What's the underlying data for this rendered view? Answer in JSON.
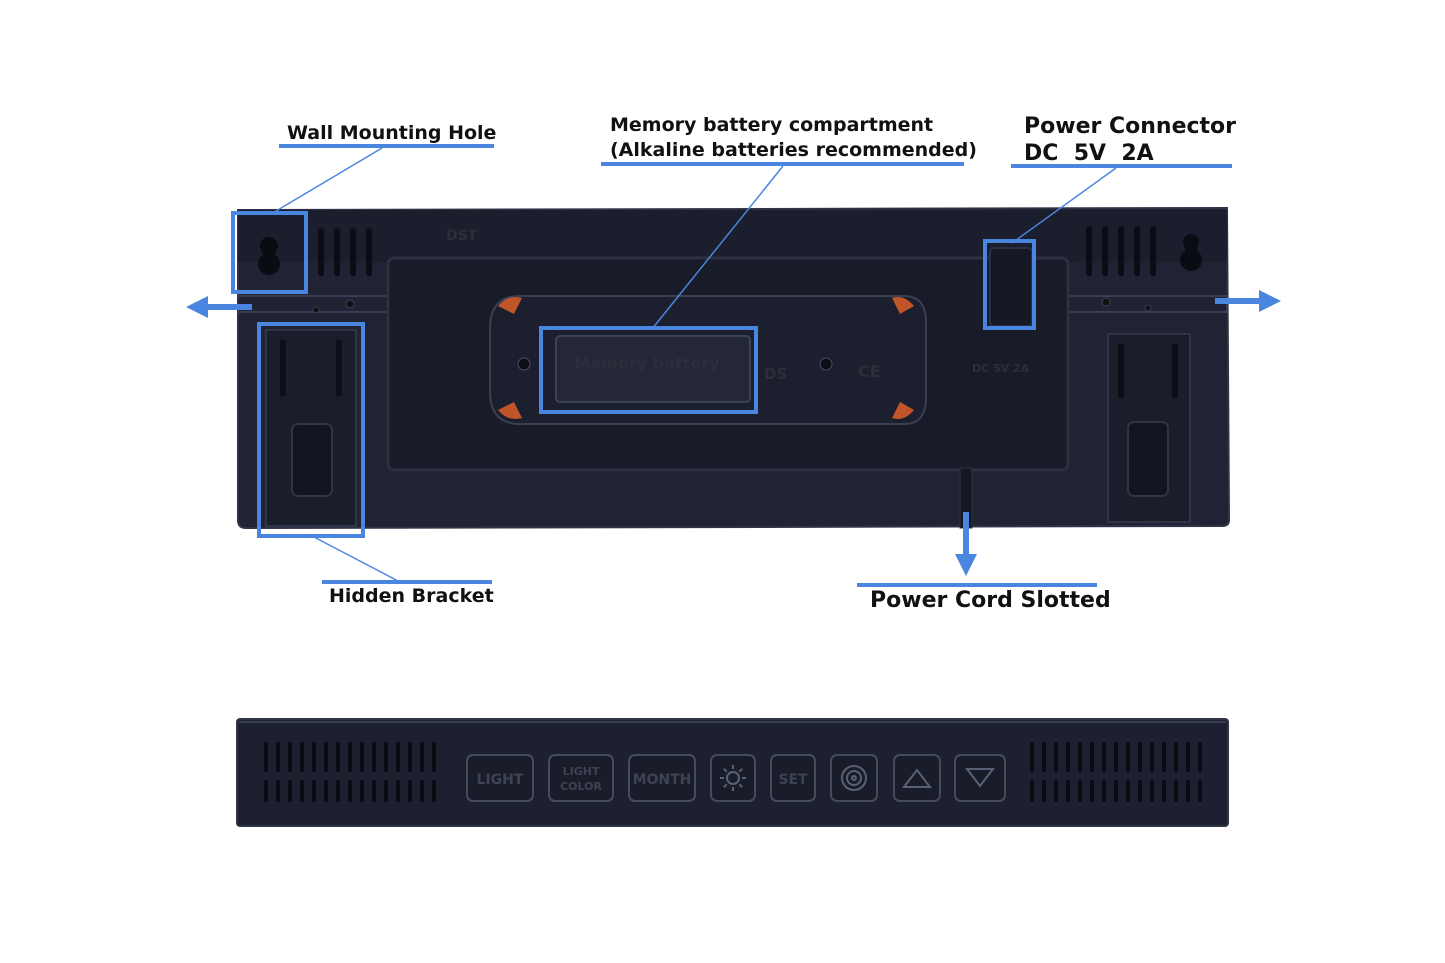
{
  "callouts": {
    "wall_mounting_hole": "Wall Mounting Hole",
    "memory_battery_line1": "Memory battery compartment",
    "memory_battery_line2": "(Alkaline batteries recommended)",
    "power_connector_line1": "Power Connector",
    "power_connector_line2": "DC  5V  2A",
    "hidden_bracket": "Hidden Bracket",
    "power_cord_slotted": "Power Cord Slotted"
  },
  "device_back": {
    "dst_label": "DST",
    "battery_cover_label": "Memory battery",
    "ds_label": "DS",
    "ce_mark": "CE",
    "dc_label": "DC 5V 2A"
  },
  "device_side": {
    "buttons": [
      {
        "label": "LIGHT",
        "label2": ""
      },
      {
        "label": "LIGHT",
        "label2": "COLOR"
      },
      {
        "label": "MONTH",
        "label2": ""
      },
      {
        "label": "",
        "label2": "",
        "icon": "brightness-icon"
      },
      {
        "label": "SET",
        "label2": ""
      },
      {
        "label": "",
        "label2": "",
        "icon": "alarm-icon"
      },
      {
        "label": "",
        "label2": "",
        "icon": "up-triangle-icon"
      },
      {
        "label": "",
        "label2": "",
        "icon": "down-triangle-icon"
      }
    ]
  },
  "colors": {
    "highlight": "#4a86e0",
    "device_body": "#1c2030",
    "device_edge": "#2a2f40",
    "accent_orange": "#c0552a"
  }
}
